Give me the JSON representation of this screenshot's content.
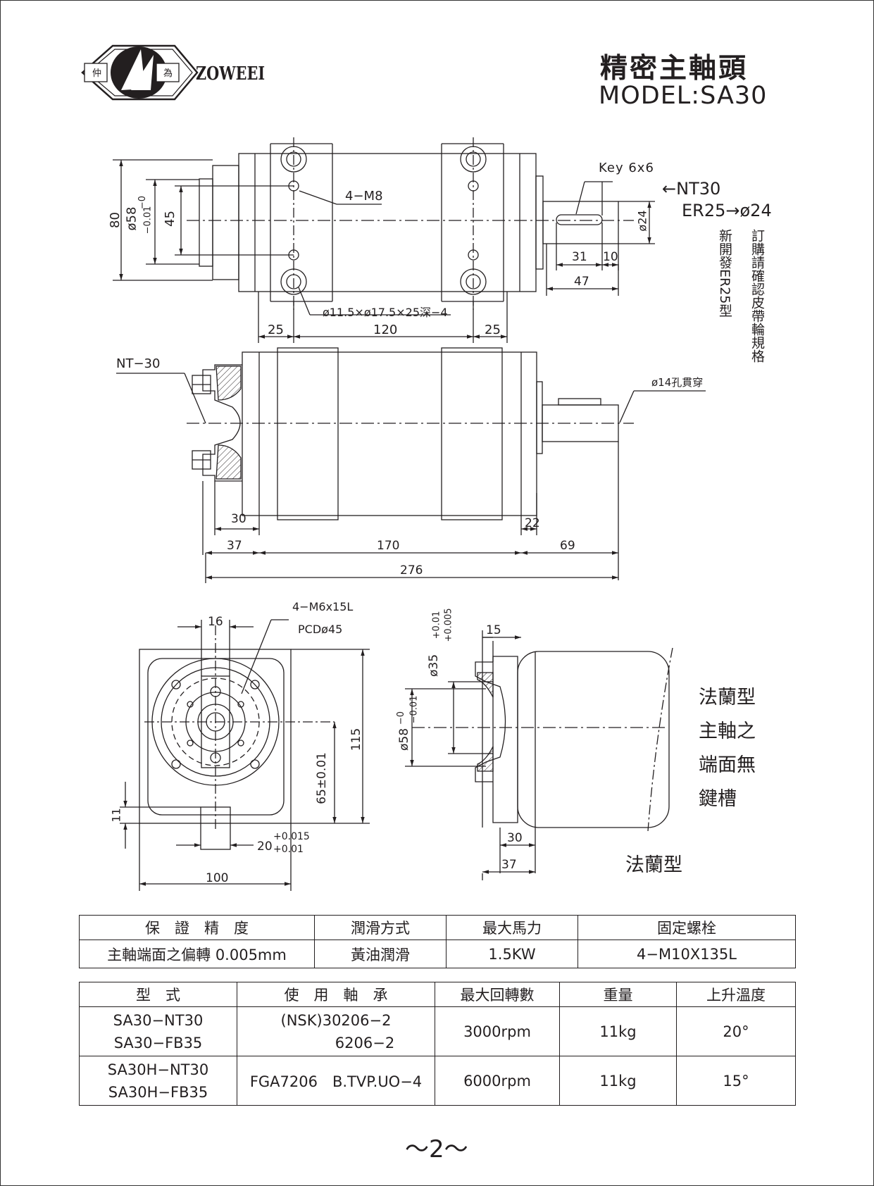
{
  "header": {
    "brand_left": "仲",
    "brand_right": "為",
    "brand_name": "ZOWEEI",
    "title": "精密主軸頭",
    "model": "MODEL:SA30"
  },
  "top_view": {
    "dim_80": "80",
    "dim_58": "ø58",
    "dim_58_tol_upper": "−0",
    "dim_58_tol_lower": "−0.01",
    "dim_45": "45",
    "hole_label": "4−M8",
    "bore_label": "ø11.5×ø17.5×25深−4",
    "dim_25_left": "25",
    "dim_120": "120",
    "dim_25_right": "25",
    "key_label": "Key 6x6",
    "nt30_label": "←NT30",
    "er25_label": "ER25→ø24",
    "dim_24": "ø24",
    "dim_31": "31",
    "dim_10": "10",
    "dim_47": "47"
  },
  "side_notes": {
    "left_column": "新開發ER25型",
    "right_column": "訂購請確認皮帶輪規格"
  },
  "side_view": {
    "nt30_label": "NT−30",
    "through_hole": "ø14孔貫穿",
    "dim_30": "30",
    "dim_22": "22",
    "dim_37": "37",
    "dim_170": "170",
    "dim_69": "69",
    "dim_276": "276"
  },
  "front_view": {
    "screw_label": "4−M6x15L",
    "pcd_label": "PCDø45",
    "dim_16": "16",
    "dim_115": "115",
    "dim_65": "65±0.01",
    "dim_11": "11",
    "dim_20": "20",
    "dim_20_tol_upper": "+0.015",
    "dim_20_tol_lower": "+0.01",
    "dim_100": "100"
  },
  "flange_view": {
    "dim_35": "ø35",
    "dim_35_tol_upper": "+0.01",
    "dim_35_tol_lower": "+0.005",
    "dim_15": "15",
    "dim_58": "ø58",
    "dim_58_tol_upper": "−0",
    "dim_58_tol_lower": "−0.01",
    "dim_30": "30",
    "dim_37": "37",
    "note_lines": [
      "法蘭型",
      "主軸之",
      "端面無",
      "鍵槽"
    ],
    "caption": "法蘭型"
  },
  "table1": {
    "headers": [
      "保　證　精　度",
      "潤滑方式",
      "最大馬力",
      "固定螺栓"
    ],
    "row": [
      "主軸端面之偏轉 0.005mm",
      "黃油潤滑",
      "1.5KW",
      "4−M10X135L"
    ]
  },
  "table2": {
    "headers": [
      "型　式",
      "使　用　軸　承",
      "最大回轉數",
      "重量",
      "上升溫度"
    ],
    "rows": [
      {
        "model_a": "SA30−NT30",
        "model_b": "SA30−FB35",
        "bearing_a": "(NSK)30206−2",
        "bearing_b": "6206−2",
        "rpm": "3000rpm",
        "weight": "11kg",
        "temp": "20°"
      },
      {
        "model_a": "SA30H−NT30",
        "model_b": "SA30H−FB35",
        "bearing_a": "FGA7206　B.TVP.UO−4",
        "bearing_b": "",
        "rpm": "6000rpm",
        "weight": "11kg",
        "temp": "15°"
      }
    ]
  },
  "footer": {
    "page": "～2～"
  }
}
